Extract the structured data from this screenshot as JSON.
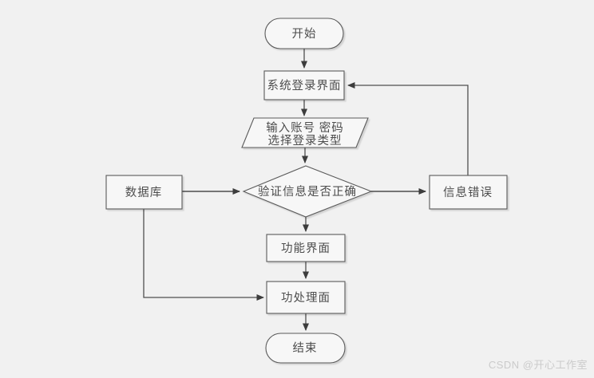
{
  "canvas": {
    "background": "#f1f1f1",
    "shape_fill": "#f7f7f7",
    "shape_stroke": "#5a5a5a",
    "line_color": "#4f4f4f",
    "text_color": "#4d4d4d"
  },
  "flowchart": {
    "nodes": {
      "start": {
        "type": "terminator",
        "label": "开始"
      },
      "login": {
        "type": "process",
        "label": "系统登录界面"
      },
      "input": {
        "type": "input-output",
        "lines": [
          "输入账号 密码",
          "选择登录类型"
        ]
      },
      "verify": {
        "type": "decision",
        "label": "验证信息是否正确"
      },
      "database": {
        "type": "process",
        "label": "数据库"
      },
      "error": {
        "type": "process",
        "label": "信息错误"
      },
      "function_ui": {
        "type": "process",
        "label": "功能界面"
      },
      "process_ui": {
        "type": "process",
        "label": "功处理面"
      },
      "end": {
        "type": "terminator",
        "label": "结束"
      }
    },
    "edges": [
      {
        "from": "start",
        "to": "login"
      },
      {
        "from": "login",
        "to": "input"
      },
      {
        "from": "input",
        "to": "verify"
      },
      {
        "from": "database",
        "to": "verify"
      },
      {
        "from": "verify",
        "to": "error"
      },
      {
        "from": "error",
        "to": "login"
      },
      {
        "from": "verify",
        "to": "function_ui"
      },
      {
        "from": "function_ui",
        "to": "process_ui"
      },
      {
        "from": "database",
        "to": "process_ui"
      },
      {
        "from": "process_ui",
        "to": "end"
      }
    ]
  },
  "watermark": {
    "text": "CSDN @开心工作室",
    "color": "#cbcbcb"
  }
}
